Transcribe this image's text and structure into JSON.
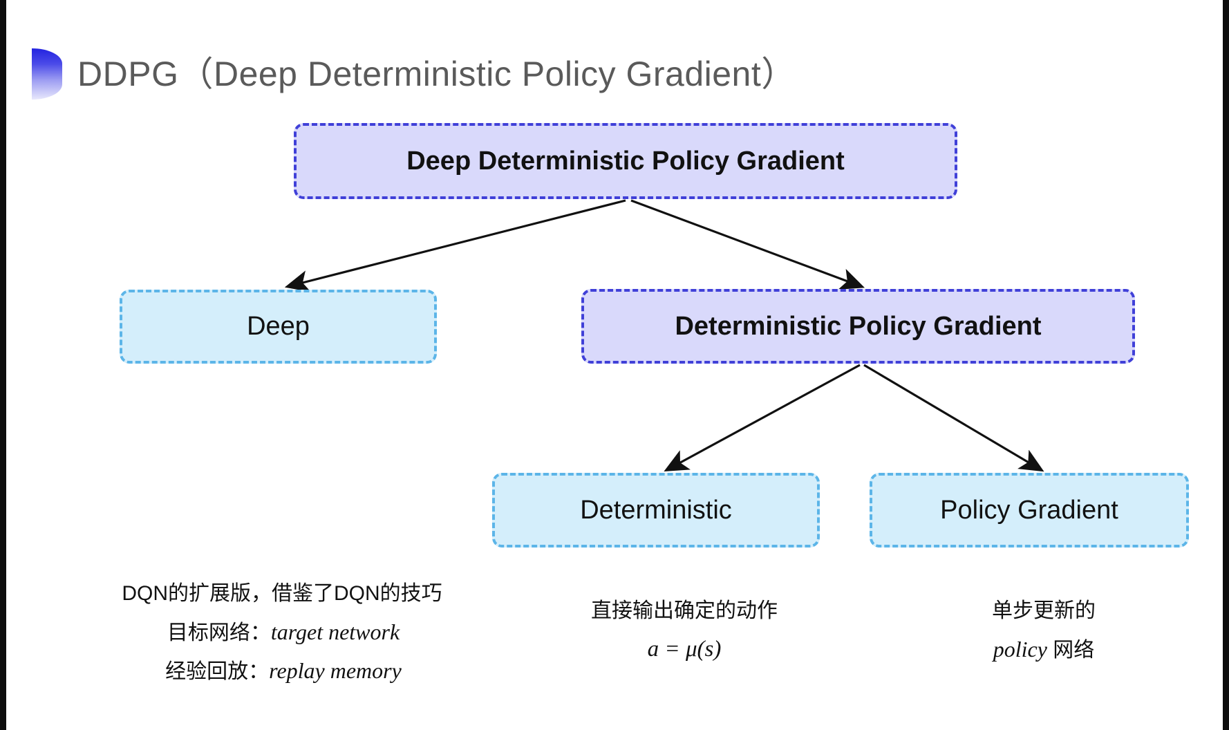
{
  "slide": {
    "title": "DDPG（Deep Deterministic Policy Gradient）",
    "bullet_icon": "half-circle-gradient-icon",
    "background_color": "#ffffff",
    "title_color": "#5a5a5a",
    "accent_color": "#2323e0"
  },
  "diagram": {
    "type": "tree",
    "colors": {
      "purple_fill": "#d9d9fb",
      "purple_border": "#4040d8",
      "blue_fill": "#d4eefb",
      "blue_border": "#5cb5e8",
      "arrow": "#000000"
    },
    "nodes": [
      {
        "id": "root",
        "label": "Deep Deterministic Policy Gradient",
        "style": "purple"
      },
      {
        "id": "deep",
        "label": "Deep",
        "style": "blue"
      },
      {
        "id": "dpg",
        "label": "Deterministic Policy Gradient",
        "style": "purple"
      },
      {
        "id": "deterministic",
        "label": "Deterministic",
        "style": "blue"
      },
      {
        "id": "policy_gradient",
        "label": "Policy Gradient",
        "style": "blue"
      }
    ],
    "edges": [
      {
        "from": "root",
        "to": "deep"
      },
      {
        "from": "root",
        "to": "dpg"
      },
      {
        "from": "dpg",
        "to": "deterministic"
      },
      {
        "from": "dpg",
        "to": "policy_gradient"
      }
    ]
  },
  "captions": {
    "deep": {
      "line1": "DQN的扩展版，借鉴了DQN的技巧",
      "line2_label": "目标网络：",
      "line2_value": "target network",
      "line3_label": "经验回放：",
      "line3_value": "replay memory"
    },
    "deterministic": {
      "line1": "直接输出确定的动作",
      "formula": "a = μ(s)"
    },
    "policy_gradient": {
      "line1": "单步更新的",
      "line2_value": "policy",
      "line2_suffix": " 网络"
    }
  }
}
